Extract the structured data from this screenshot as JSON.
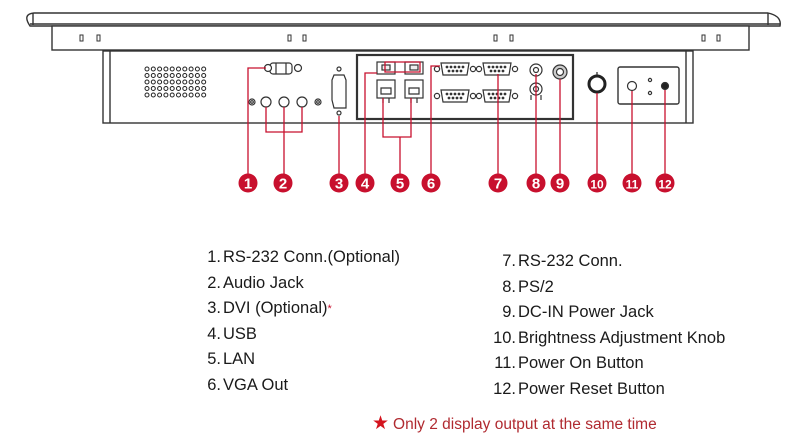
{
  "colors": {
    "callout": "#c8102e",
    "line": "#333333",
    "footnote": "#b02a30"
  },
  "callouts": [
    "1",
    "2",
    "3",
    "4",
    "5",
    "6",
    "7",
    "8",
    "9",
    "10",
    "11",
    "12"
  ],
  "legend": {
    "left": [
      {
        "num": "1.",
        "label": "RS-232 Conn.(Optional)",
        "star": false
      },
      {
        "num": "2.",
        "label": "Audio Jack",
        "star": false
      },
      {
        "num": "3.",
        "label": "DVI (Optional)",
        "star": true
      },
      {
        "num": "4.",
        "label": "USB",
        "star": false
      },
      {
        "num": "5.",
        "label": "LAN",
        "star": false
      },
      {
        "num": "6.",
        "label": "VGA Out",
        "star": false
      }
    ],
    "right": [
      {
        "num": "7.",
        "label": "RS-232 Conn."
      },
      {
        "num": "8.",
        "label": "PS/2"
      },
      {
        "num": "9.",
        "label": "DC-IN Power Jack"
      },
      {
        "num": "10.",
        "label": "Brightness Adjustment Knob"
      },
      {
        "num": "11.",
        "label": "Power On Button"
      },
      {
        "num": "12.",
        "label": "Power Reset Button"
      }
    ],
    "star_glyph": "*"
  },
  "footnote": {
    "star": "★",
    "text": "Only 2 display output at the same time"
  }
}
